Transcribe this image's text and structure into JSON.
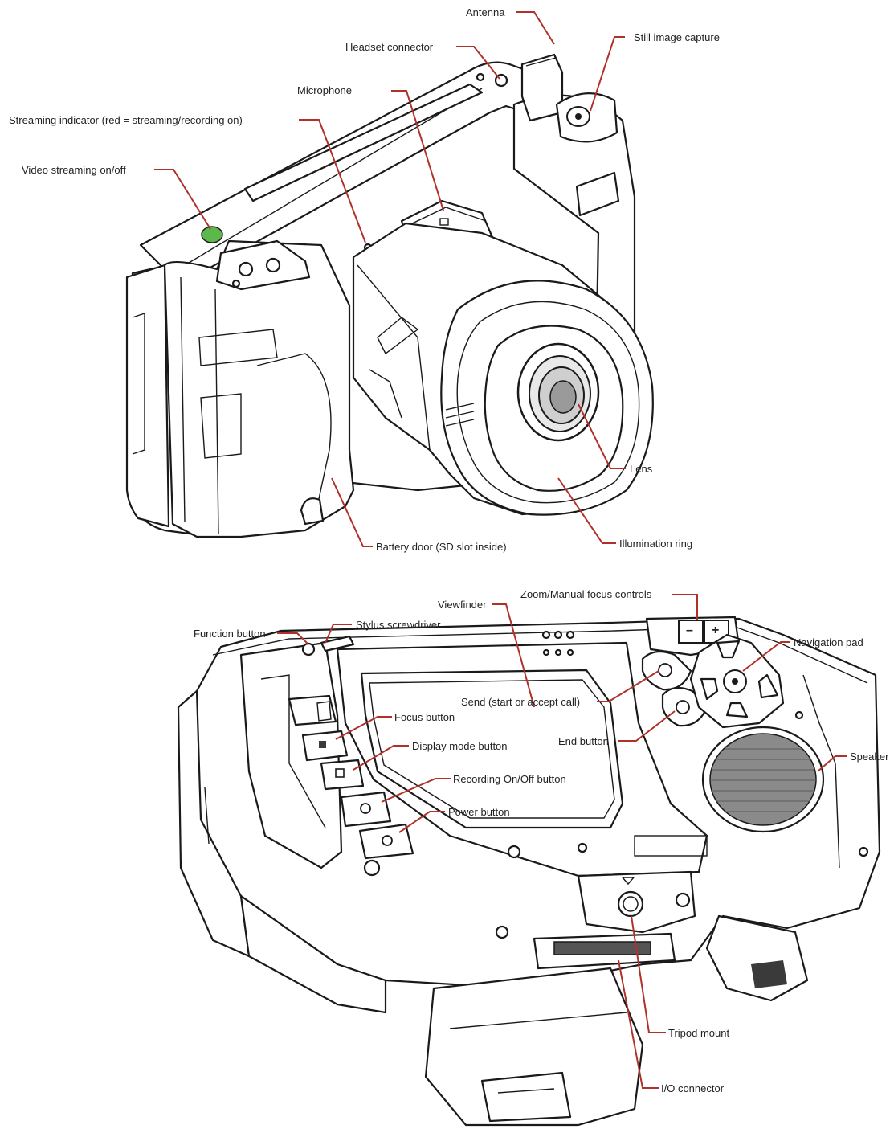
{
  "labels": {
    "antenna": "Antenna",
    "still_image_capture": "Still image capture",
    "headset_connector": "Headset connector",
    "microphone": "Microphone",
    "streaming_indicator": "Streaming indicator (red = streaming/recording on)",
    "video_streaming": "Video streaming on/off",
    "lens": "Lens",
    "battery_door": "Battery door (SD slot inside)",
    "illumination_ring": "Illumination ring",
    "zoom_focus": "Zoom/Manual focus controls",
    "viewfinder": "Viewfinder",
    "stylus_screwdriver": "Stylus screwdriver",
    "function_button": "Function button",
    "navigation_pad": "Navigation pad",
    "focus_button": "Focus button",
    "send": "Send (start or accept call)",
    "display_mode": "Display mode button",
    "end_button": "End button",
    "speaker": "Speaker",
    "recording": "Recording On/Off button",
    "power": "Power button",
    "tripod": "Tripod mount",
    "io_connector": "I/O connector"
  },
  "colors": {
    "leader_line": "#b0312a",
    "outline": "#1a1a1a",
    "streaming_led": "#5cb84a"
  },
  "icons": {
    "zoom_out": "minus-glyph",
    "zoom_in": "plus-glyph"
  },
  "glyphs": {
    "minus": "–",
    "plus": "+"
  }
}
